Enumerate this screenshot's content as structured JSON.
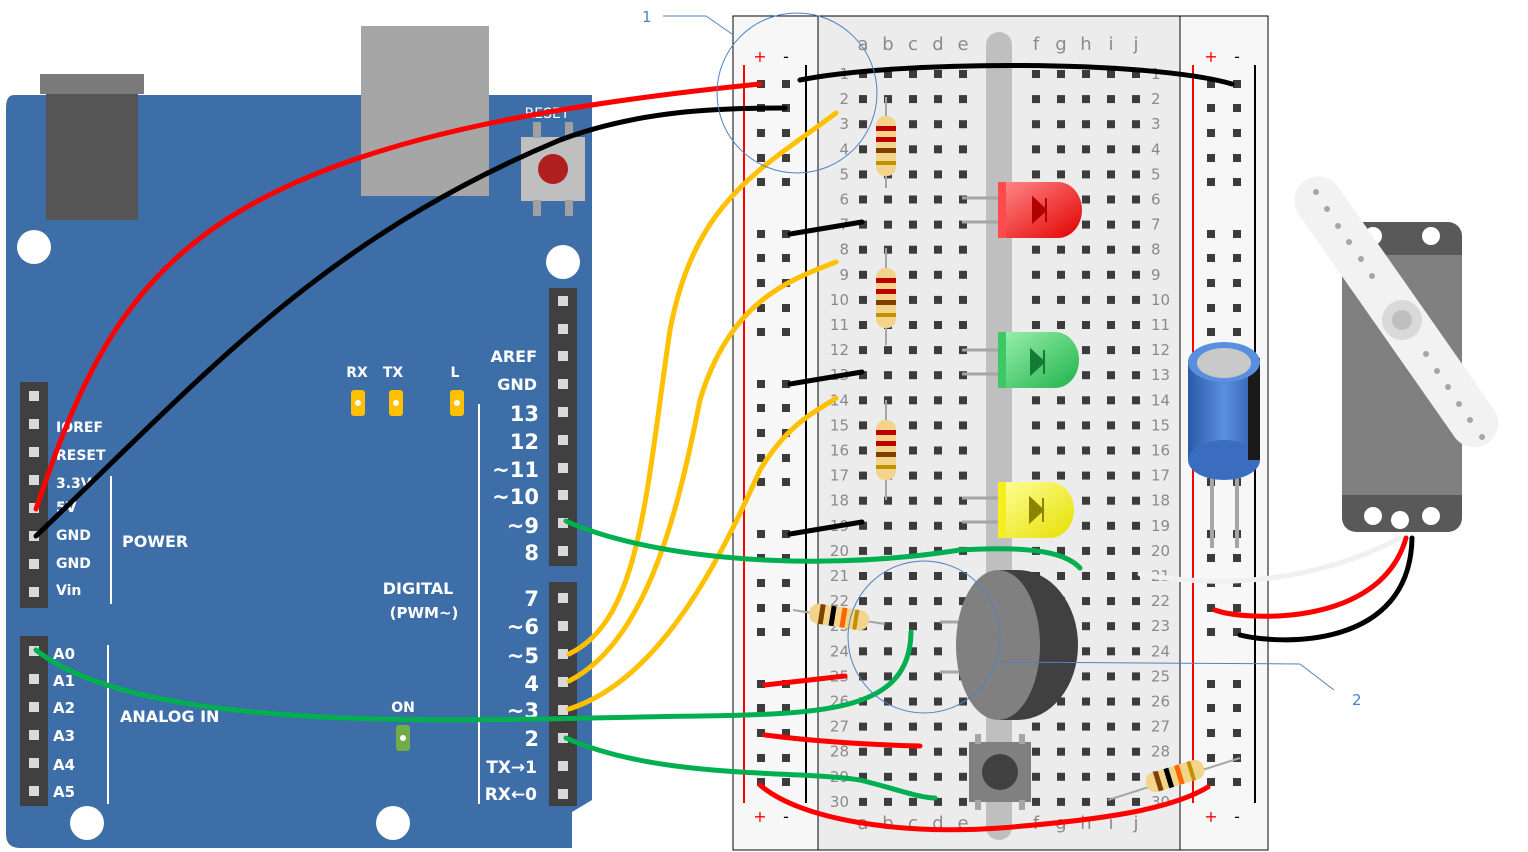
{
  "callouts": [
    {
      "label": "1"
    },
    {
      "label": "2"
    }
  ],
  "arduino": {
    "reset_label": "RESET",
    "led_labels": {
      "rx": "RX",
      "tx": "TX",
      "l": "L",
      "on": "ON"
    },
    "power_header": [
      "IOREF",
      "RESET",
      "3.3V",
      "5V",
      "GND",
      "GND",
      "Vin"
    ],
    "power_label": "POWER",
    "analog_header": [
      "A0",
      "A1",
      "A2",
      "A3",
      "A4",
      "A5"
    ],
    "analog_label": "ANALOG IN",
    "digital_top": [
      "AREF",
      "GND",
      "13",
      "12",
      "~11",
      "~10",
      "~9",
      "8"
    ],
    "digital_bottom": [
      "7",
      "~6",
      "~5",
      "4",
      "~3",
      "2",
      "TX→1",
      "RX←0"
    ],
    "digital_label": "DIGITAL",
    "pwm_label": "(PWM~)"
  },
  "breadboard": {
    "letters_left": [
      "a",
      "b",
      "c",
      "d",
      "e"
    ],
    "letters_right": [
      "f",
      "g",
      "h",
      "i",
      "j"
    ],
    "rail_plus": "+",
    "rail_minus": "-",
    "row_numbers": [
      "1",
      "2",
      "3",
      "4",
      "5",
      "6",
      "7",
      "8",
      "9",
      "10",
      "11",
      "12",
      "13",
      "14",
      "15",
      "16",
      "17",
      "18",
      "19",
      "20",
      "21",
      "22",
      "23",
      "24",
      "25",
      "26",
      "27",
      "28",
      "29",
      "30"
    ]
  },
  "colors": {
    "board": "#3e6ea8",
    "wire_red": "#ff0000",
    "wire_black": "#000000",
    "wire_yellow": "#ffc000",
    "wire_green": "#00b050",
    "wire_white": "#f0f0f0",
    "callout": "#4e82c2"
  },
  "components": {
    "leds": [
      "red-led",
      "green-led",
      "yellow-led"
    ],
    "resistors": 5,
    "capacitor": "electrolytic-capacitor",
    "buzzer": "piezo-buzzer",
    "button": "push-button",
    "servo": "servo-motor"
  }
}
